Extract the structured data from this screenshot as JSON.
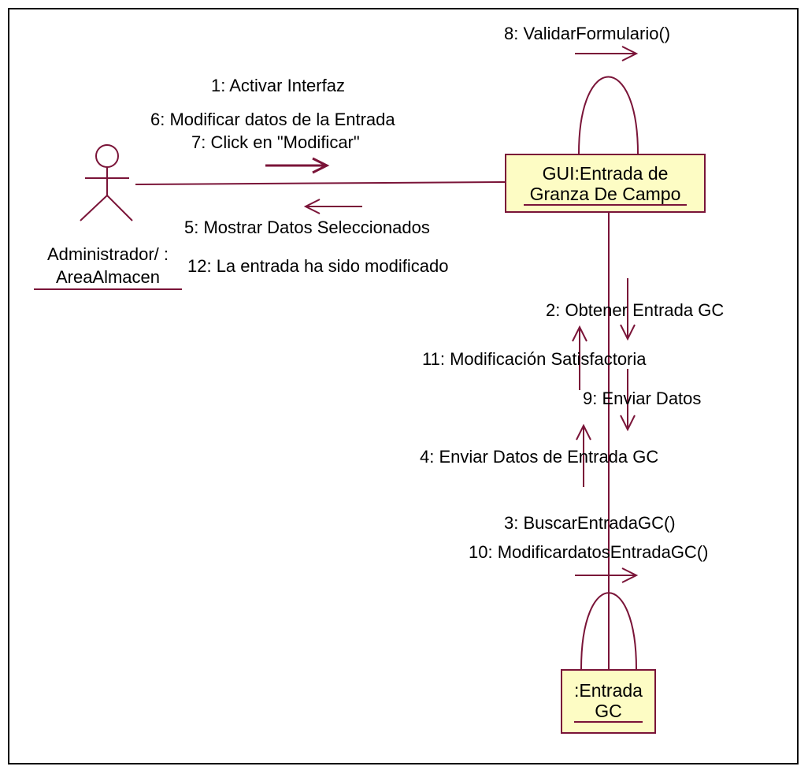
{
  "diagram": {
    "actor": {
      "name_line1": "Administrador/ :",
      "name_line2": "AreaAlmacen"
    },
    "objects": {
      "gui": {
        "line1": "GUI:Entrada de",
        "line2": "Granza De Campo"
      },
      "entrada": {
        "line1": ":Entrada",
        "line2": "GC"
      }
    },
    "messages": {
      "m1": "1: Activar Interfaz",
      "m6": "6: Modificar datos de la Entrada",
      "m7": "7: Click en \"Modificar\"",
      "m5": "5: Mostrar Datos Seleccionados",
      "m12": "12: La entrada ha sido modificado",
      "m8": "8: ValidarFormulario()",
      "m2": "2: Obtener Entrada GC",
      "m11": "11: Modificación Satisfactoria",
      "m9": "9: Enviar Datos",
      "m4": "4: Enviar Datos de Entrada GC",
      "m3": "3: BuscarEntradaGC()",
      "m10": "10: ModificardatosEntradaGC()"
    },
    "colors": {
      "line": "#7a1438",
      "object_fill": "#fdfcc4",
      "border": "#000000"
    }
  }
}
